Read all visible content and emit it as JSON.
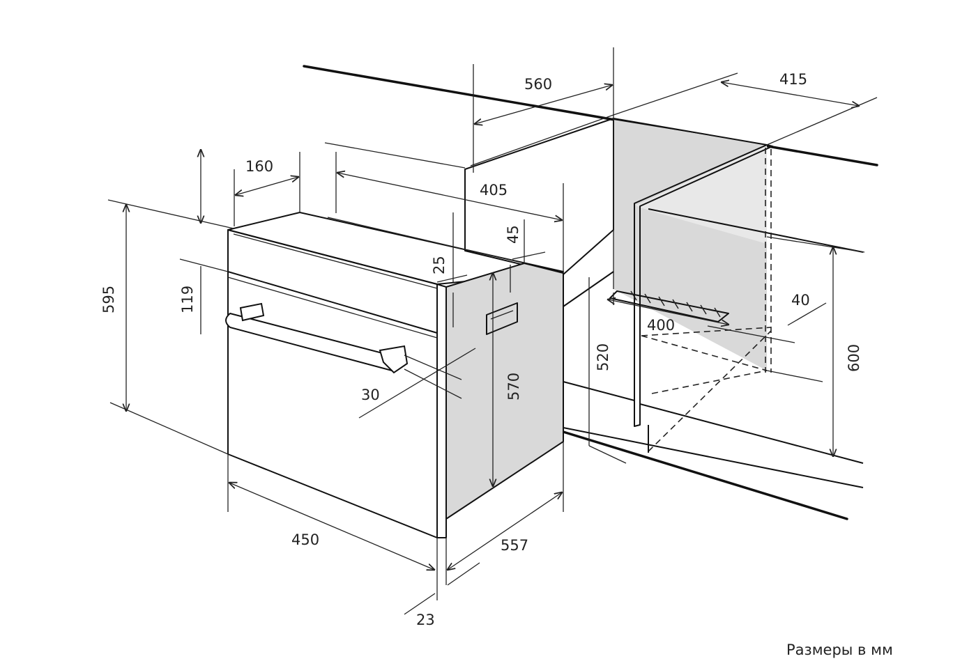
{
  "dimensions": {
    "d560": "560",
    "d415": "415",
    "d405": "405",
    "d160": "160",
    "d45": "45",
    "d25": "25",
    "d595": "595",
    "d119": "119",
    "d40": "40",
    "d400": "400",
    "d520": "520",
    "d600": "600",
    "d570": "570",
    "d30": "30",
    "d450": "450",
    "d557": "557",
    "d23": "23"
  },
  "caption": "Размеры в мм"
}
